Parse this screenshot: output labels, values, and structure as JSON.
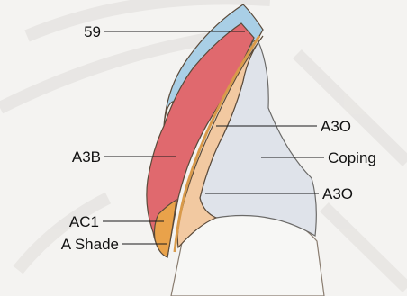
{
  "colors": {
    "background": "#f4f3f1",
    "incisal_blue": "#a9cfe6",
    "labial_red": "#e0696e",
    "ac1_orange": "#e9a24a",
    "dentin_peach": "#f2c9a1",
    "coping": "#dfe3ea",
    "root": "#f7f7f5",
    "outline": "#5a4a3a"
  },
  "labels": {
    "l59": "59",
    "a3b": "A3B",
    "a3o_upper": "A3O",
    "coping": "Coping",
    "a3o_lower": "A3O",
    "ac1": "AC1",
    "a_shade": "A Shade"
  }
}
